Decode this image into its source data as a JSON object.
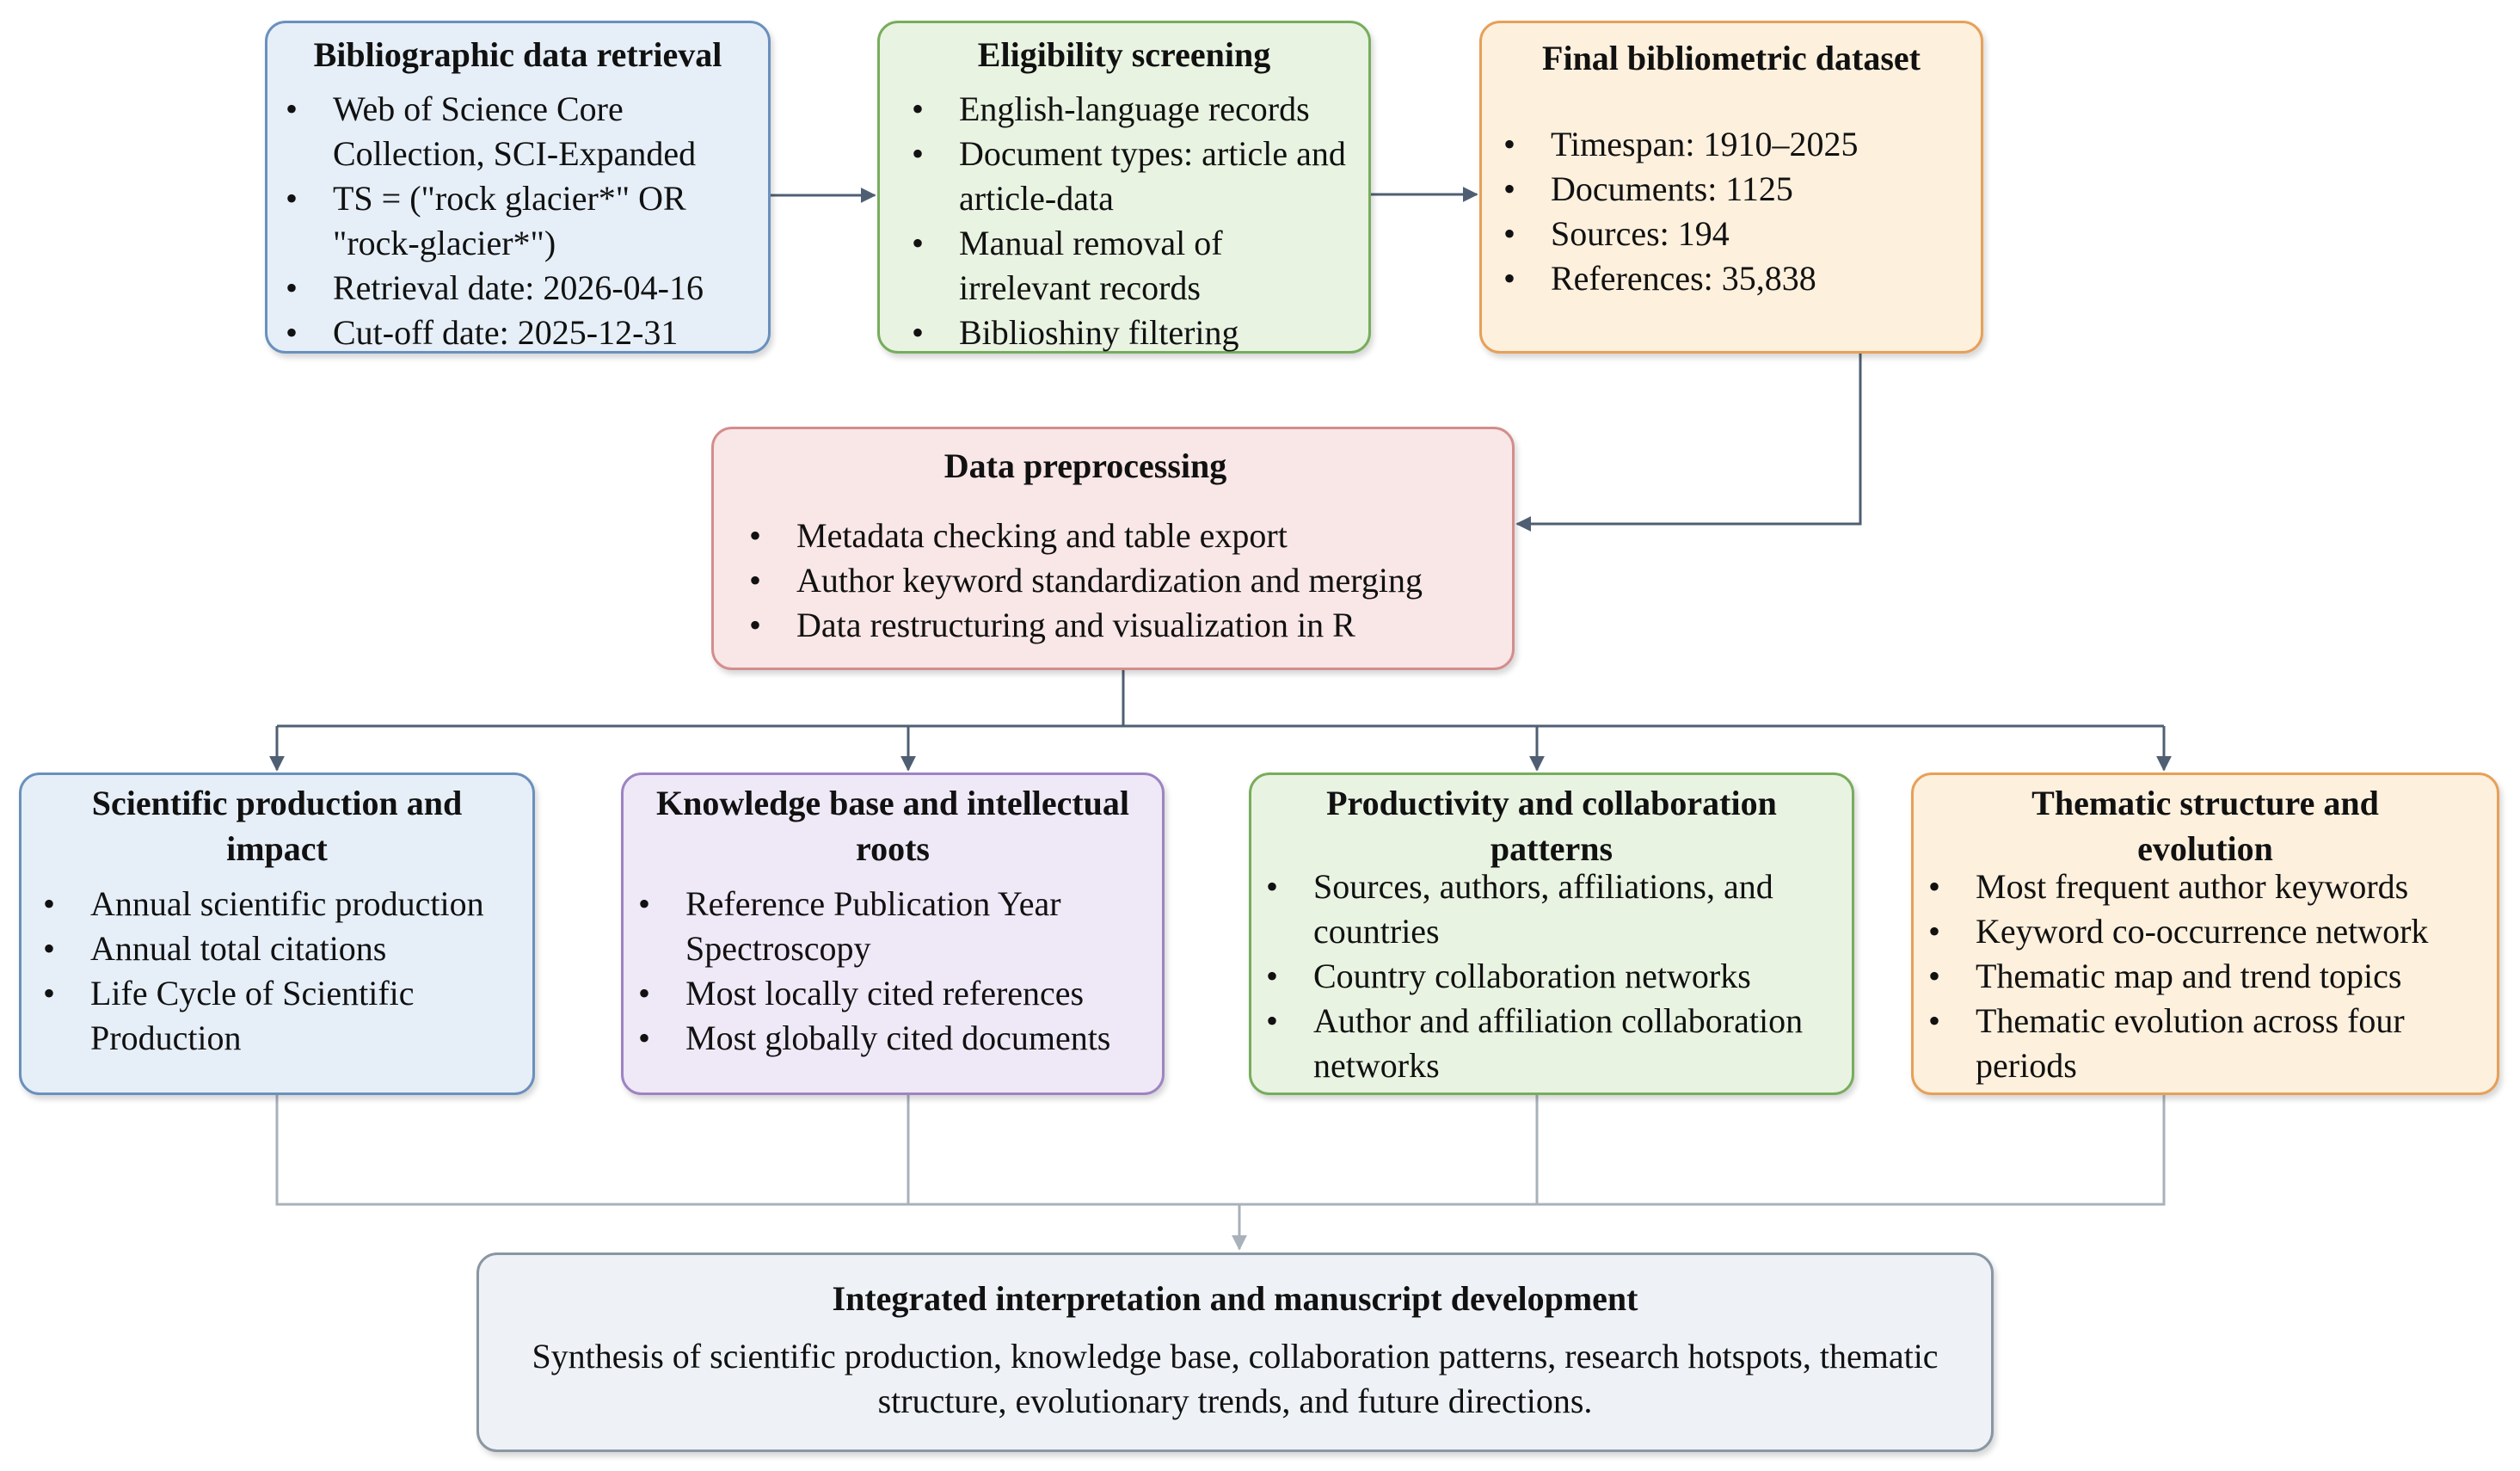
{
  "colors": {
    "connector": "#4f5f73",
    "connector_light": "#a9b1bb",
    "blue_fill": "#e6eff8",
    "blue_border": "#6a90bd",
    "green_fill": "#e9f3e2",
    "green_border": "#77ad5c",
    "orange_fill": "#fdf0dd",
    "orange_border": "#e7a058",
    "red_fill": "#f9e6e6",
    "red_border": "#d48d8d",
    "purple_fill": "#efe8f6",
    "purple_border": "#9d84c3",
    "gray_fill": "#eef2f6",
    "gray_border": "#8a96a4"
  },
  "retrieval": {
    "title": "Bibliographic data retrieval",
    "items": [
      "Web of Science Core Collection, SCI-Expanded",
      "TS = (\"rock glacier*\" OR \"rock-glacier*\")",
      "Retrieval date: 2026-04-16",
      "Cut-off date: 2025-12-31"
    ]
  },
  "eligibility": {
    "title": "Eligibility screening",
    "items": [
      "English-language records",
      "Document types: article and article-data",
      "Manual removal of irrelevant records",
      "Biblioshiny filtering"
    ]
  },
  "final_dataset": {
    "title": "Final bibliometric dataset",
    "items": [
      "Timespan: 1910–2025",
      "Documents: 1125",
      "Sources: 194",
      "References: 35,838"
    ]
  },
  "preprocessing": {
    "title": "Data preprocessing",
    "items": [
      "Metadata checking and table export",
      "Author keyword standardization and merging",
      "Data restructuring and visualization in R"
    ]
  },
  "production": {
    "title": "Scientific production and impact",
    "items": [
      "Annual scientific production",
      "Annual total citations",
      "Life Cycle of Scientific Production"
    ]
  },
  "knowledge": {
    "title": "Knowledge base and intellectual roots",
    "items": [
      "Reference Publication Year Spectroscopy",
      "Most locally cited references",
      "Most globally cited documents"
    ]
  },
  "productivity": {
    "title": "Productivity and collaboration patterns",
    "items": [
      "Sources, authors, affiliations, and countries",
      "Country collaboration networks",
      "Author and affiliation collaboration networks"
    ]
  },
  "thematic": {
    "title": "Thematic structure and evolution",
    "items": [
      "Most frequent author keywords",
      "Keyword co-occurrence network",
      "Thematic map and trend topics",
      "Thematic evolution across four periods"
    ]
  },
  "integrated": {
    "title": "Integrated interpretation and manuscript development",
    "body": "Synthesis of scientific production, knowledge base, collaboration patterns, research hotspots, thematic structure, evolutionary trends, and future directions."
  }
}
